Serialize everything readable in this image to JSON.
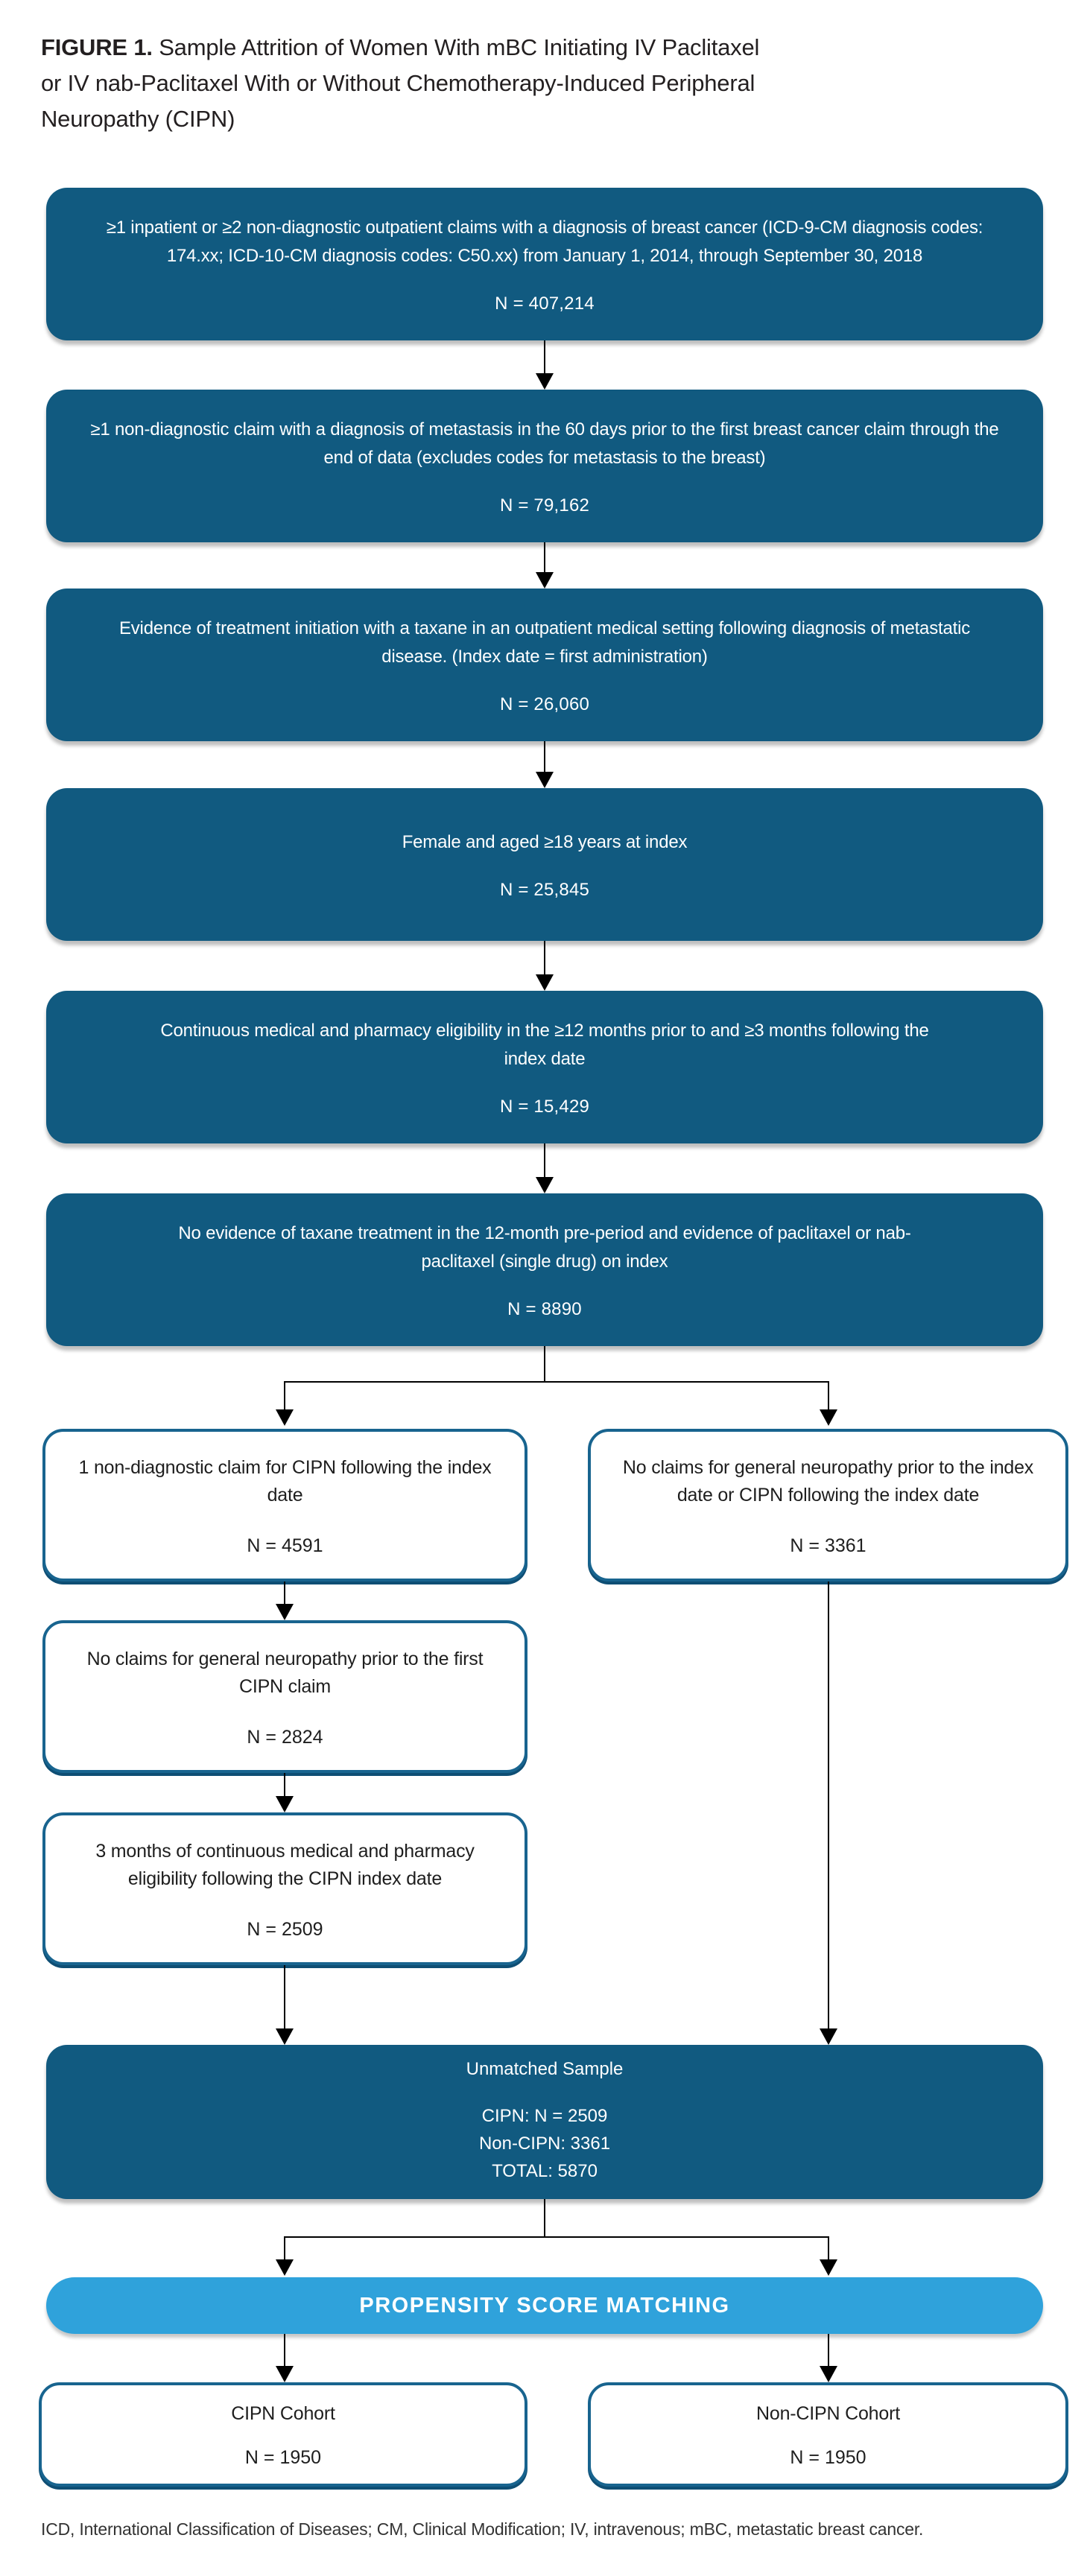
{
  "figure": {
    "label": "FIGURE 1.",
    "title_line1": "Sample Attrition of Women With mBC Initiating IV Paclitaxel",
    "title_line2": "or IV nab-Paclitaxel With or Without Chemotherapy-Induced Peripheral",
    "title_line3": "Neuropathy (CIPN)"
  },
  "colors": {
    "box_dark_blue": "#115A80",
    "band_light_blue": "#2FA2DB",
    "white_box_border": "#18648F",
    "arrow": "#000000"
  },
  "flow": {
    "main_boxes": [
      {
        "text": "≥1 inpatient or ≥2 non-diagnostic outpatient claims with a diagnosis of breast cancer (ICD-9-CM diagnosis codes: 174.xx; ICD-10-CM diagnosis codes: C50.xx) from January 1, 2014, through September 30, 2018",
        "n": "N = 407,214"
      },
      {
        "text": "≥1 non-diagnostic claim with a diagnosis of metastasis in the 60 days prior to the first breast cancer claim through the end of data (excludes codes for metastasis to the breast)",
        "n": "N = 79,162"
      },
      {
        "text": "Evidence of treatment initiation with a taxane in an outpatient medical setting following diagnosis of metastatic disease. (Index date = first administration)",
        "n": "N = 26,060"
      },
      {
        "text": "Female and aged ≥18 years at index",
        "n": "N = 25,845"
      },
      {
        "text": "Continuous medical and pharmacy eligibility in the ≥12 months prior to and ≥3 months following the index date",
        "n": "N = 15,429"
      },
      {
        "text": "No evidence of taxane treatment in the 12-month pre-period and evidence of paclitaxel or nab-paclitaxel (single drug) on index",
        "n": "N = 8890"
      }
    ],
    "cipn_branch": [
      {
        "text": "1 non-diagnostic claim for CIPN following the index date",
        "n": "N = 4591"
      },
      {
        "text": "No claims for general neuropathy prior to the first CIPN claim",
        "n": "N = 2824"
      },
      {
        "text": "3 months of continuous medical and pharmacy eligibility following the CIPN index date",
        "n": "N = 2509"
      }
    ],
    "non_cipn_branch": {
      "text": "No claims for general neuropathy prior to the index date or CIPN following the index date",
      "n": "N = 3361"
    },
    "unmatched": {
      "title": "Unmatched Sample",
      "line1": "CIPN: N = 2509",
      "line2": "Non-CIPN: 3361",
      "line3": "TOTAL: 5870"
    },
    "matching_band": "PROPENSITY SCORE MATCHING",
    "cohorts": [
      {
        "label": "CIPN Cohort",
        "n": "N = 1950"
      },
      {
        "label": "Non-CIPN Cohort",
        "n": "N = 1950"
      }
    ]
  },
  "footnote": "ICD, International Classification of Diseases; CM, Clinical Modification; IV, intravenous; mBC, metastatic breast cancer."
}
